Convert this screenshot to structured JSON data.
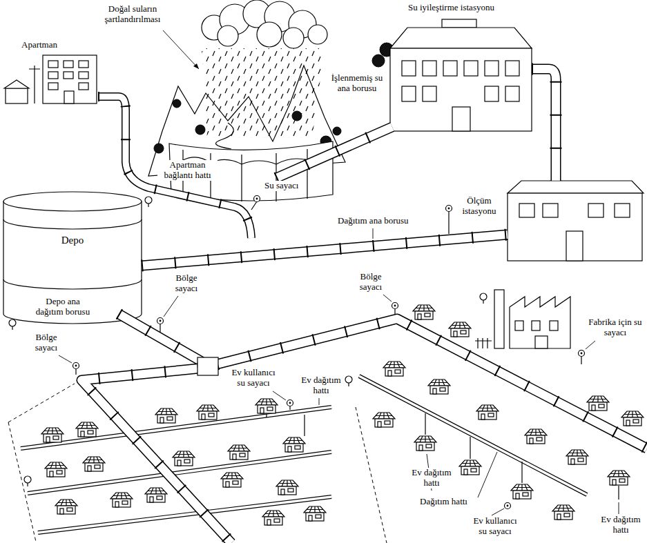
{
  "diagram": {
    "nodes": [
      {
        "text": [
          "Depo"
        ]
      }
    ],
    "labels": [
      "Doğal suların şartlandırılması",
      "Apartman",
      "Su iyileştirme istasyonu",
      "İşlenmemiş su ana borusu",
      "Apartman bağlantı hattı",
      "Su sayacı",
      "Dağıtım ana borusu",
      "Ölçüm istasyonu",
      "Bölge sayacı",
      "Bölge sayacı",
      "Depo ana dağıtım borusu",
      "Bölge sayacı",
      "Fabrika için su sayacı",
      "Ev kullanıcı su sayacı",
      "Ev dağıtım hattı",
      "Ev dağıtım hattı",
      "Dağıtım hattı",
      "Ev kullanıcı su sayacı",
      "Ev dağıtım hattı"
    ]
  }
}
